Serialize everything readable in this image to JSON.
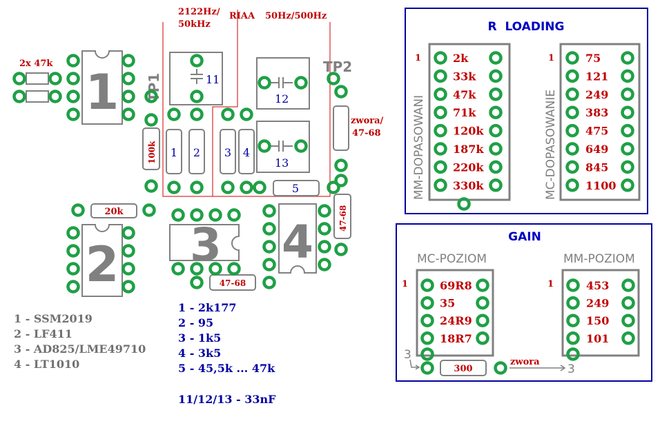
{
  "colors": {
    "pad": "#1fa046",
    "pad_hole": "#ffffff",
    "outline": "#808080",
    "value_red": "#c00000",
    "label_blue": "#0000a0",
    "legend_gray": "#707070",
    "frame_blue": "#0000a0",
    "frame_red": "#d00000"
  },
  "top_labels": {
    "rc1": "2122Hz/",
    "rc1b": "50kHz",
    "riaa": "RIAA",
    "rc2": "50Hz/500Hz"
  },
  "testpoints": {
    "tp1": "TP1",
    "tp2": "TP2"
  },
  "resistors": {
    "r_2x47k": "2x 47k",
    "r_100k": "100k",
    "r_20k": "20k",
    "r1": "1",
    "r2": "2",
    "r3": "3",
    "r4": "4",
    "r5": "5",
    "r_47_68_a": "47-68",
    "r_47_68_b": "47-68",
    "zwora": "zwora/",
    "zwora_b": "47-68"
  },
  "caps": {
    "c11": "11",
    "c12": "12",
    "c13": "13"
  },
  "ics": {
    "ic1": "1",
    "ic2": "2",
    "ic3": "3",
    "ic4": "4"
  },
  "legend_ics": [
    "1 - SSM2019",
    "2 - LF411",
    "3 - AD825/LME49710",
    "4 - LT1010"
  ],
  "legend_res": [
    "1 - 2k177",
    "2 - 95",
    "3 - 1k5",
    "4 - 3k5",
    "5 - 45,5k ... 47k"
  ],
  "legend_caps": "11/12/13 - 33nF",
  "r_loading": {
    "title": "R  LOADING",
    "mm_label": "MM-DOPASOWANI",
    "mc_label": "MC-DOPASOWANIE",
    "pin1_mm": "1",
    "pin1_mc": "1",
    "mm_values": [
      "2k",
      "33k",
      "47k",
      "71k",
      "120k",
      "187k",
      "220k",
      "330k"
    ],
    "mc_values": [
      "75",
      "121",
      "249",
      "383",
      "475",
      "649",
      "845",
      "1100"
    ]
  },
  "gain": {
    "title": "GAIN",
    "mc_label": "MC-POZIOM",
    "mm_label": "MM-POZIOM",
    "pin1_mc": "1",
    "pin1_mm": "1",
    "mc_values": [
      "69R8",
      "35",
      "24R9",
      "18R7"
    ],
    "mm_values": [
      "453",
      "249",
      "150",
      "101"
    ],
    "arrow_left": "3",
    "arrow_right": "3",
    "r300": "300",
    "zwora": "zwora"
  }
}
